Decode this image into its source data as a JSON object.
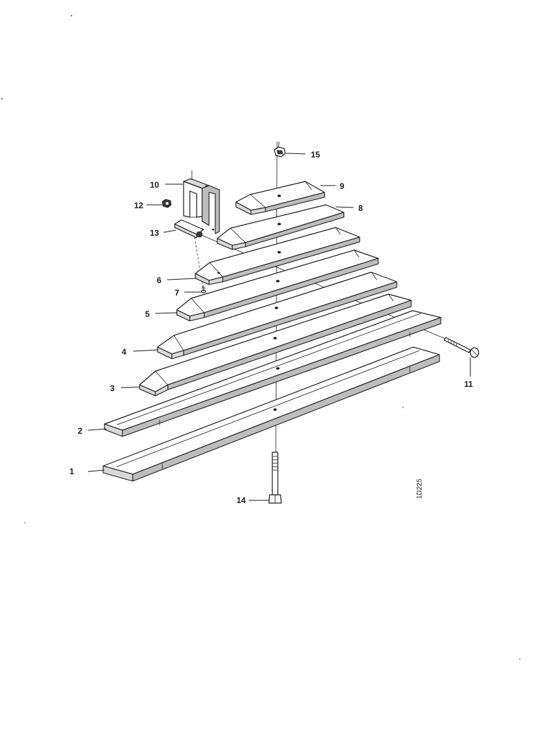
{
  "callouts": {
    "c1": "1",
    "c2": "2",
    "c3": "3",
    "c4": "4",
    "c5": "5",
    "c6": "6",
    "c7": "7",
    "c8": "8",
    "c9": "9",
    "c10": "10",
    "c11": "11",
    "c12": "12",
    "c13": "13",
    "c14": "14",
    "c15": "15"
  },
  "drawing_ref": "1D225"
}
